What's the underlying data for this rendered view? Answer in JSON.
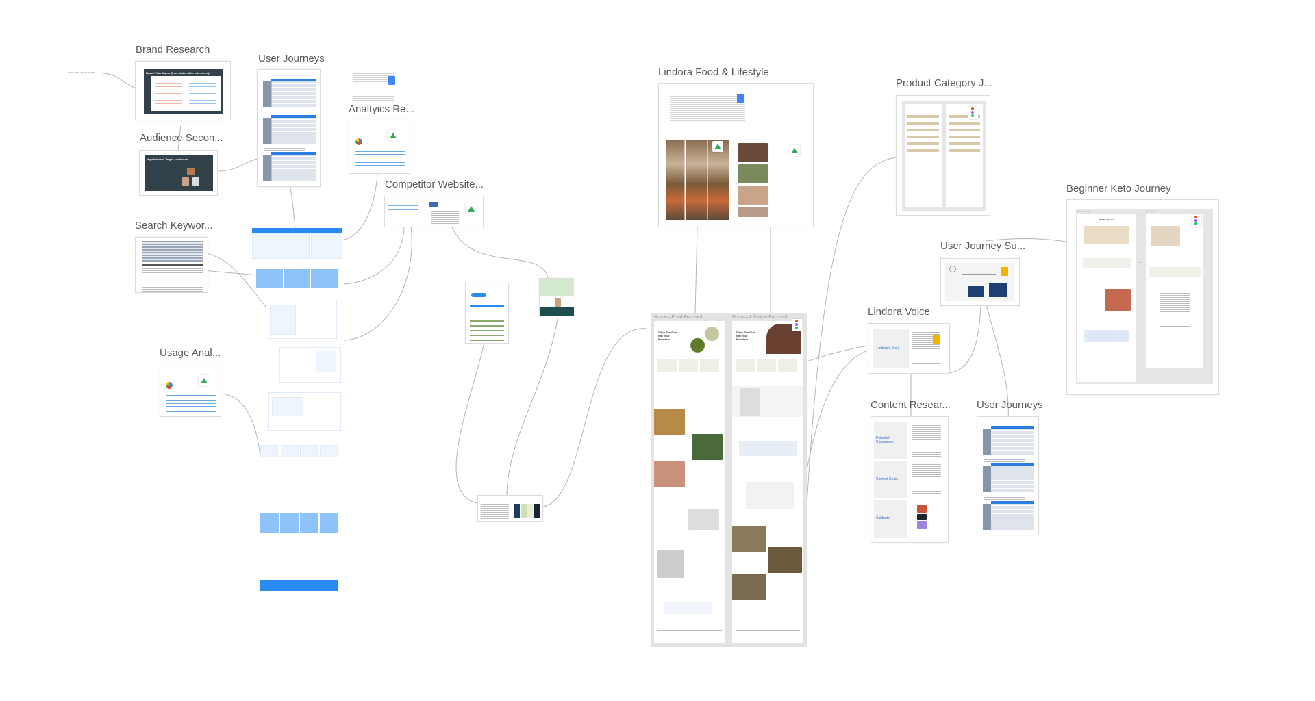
{
  "canvas": {
    "stray_note": "xxxx xxxx xxxxx xxxxx",
    "frames": {
      "brand_research": {
        "title": "Brand Research",
        "slide_title": "Brand Pillar Matrix (from stakeholder interviews)."
      },
      "audience": {
        "title": "Audience Secon...",
        "slide_title": "Hypothesized Target Audiences"
      },
      "user_journeys": {
        "title": "User Journeys"
      },
      "analytics": {
        "title": "Analtyics Re..."
      },
      "competitor": {
        "title": "Competitor Website..."
      },
      "search_keywords": {
        "title": "Search Keywor..."
      },
      "usage": {
        "title": "Usage Anal..."
      },
      "food_lifestyle": {
        "title": "Lindora Food & Lifestyle"
      },
      "home": {
        "col1_title": "Home—Food Focused",
        "col2_title": "Home—Lifestyle Focused",
        "hero": "Ditch The Diet Not Your Freedom"
      },
      "product_category": {
        "title": "Product Category J..."
      },
      "keto": {
        "title": "Beginner Keto Journey",
        "page1": "Keto Landing",
        "page2": "Keto Product",
        "hero": "Did You Know?"
      },
      "journey_summary": {
        "title": "User Journey Su..."
      },
      "voice": {
        "title": "Lindora Voice",
        "section": "Lindora's Story"
      },
      "content_research": {
        "title": "Content Resear...",
        "sections": [
          "Potential Consumers",
          "Content Goals",
          "Calibrate"
        ]
      },
      "user_journeys_2": {
        "title": "User Journeys"
      }
    }
  },
  "colors": {
    "accent": "#2a7de1",
    "slide": "#33414a",
    "wireframe": "#8ec3f7"
  }
}
